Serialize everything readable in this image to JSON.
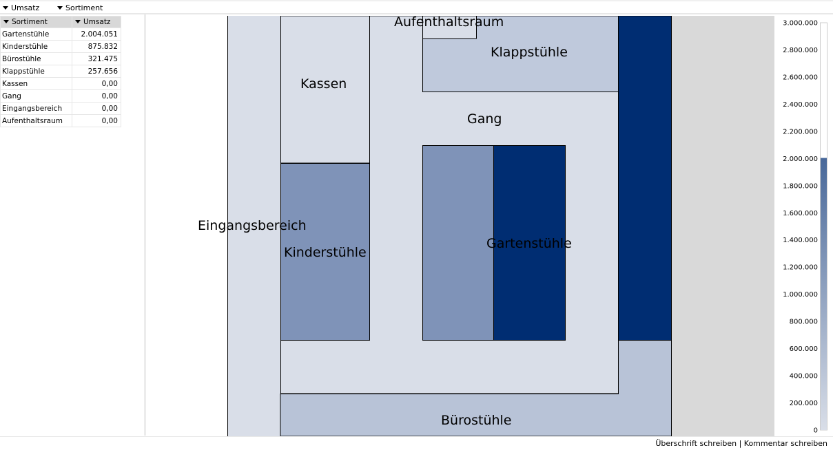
{
  "toolbar": {
    "measure_label": "Umsatz",
    "dimension_label": "Sortiment"
  },
  "pivot": {
    "headers": [
      "Sortiment",
      "Umsatz"
    ],
    "rows": [
      {
        "name": "Gartenstühle",
        "value": "2.004.051"
      },
      {
        "name": "Kinderstühle",
        "value": "875.832"
      },
      {
        "name": "Bürostühle",
        "value": "321.475"
      },
      {
        "name": "Klappstühle",
        "value": "257.656"
      },
      {
        "name": "Kassen",
        "value": "0,00"
      },
      {
        "name": "Gang",
        "value": "0,00"
      },
      {
        "name": "Eingangsbereich",
        "value": "0,00"
      },
      {
        "name": "Aufenthaltsraum",
        "value": "0,00"
      }
    ]
  },
  "floorplan": {
    "labels": {
      "aufenthaltsraum": "Aufenthaltsraum",
      "klappstuehle": "Klappstühle",
      "kassen": "Kassen",
      "gang": "Gang",
      "eingangsbereich": "Eingangsbereich",
      "kinderstuehle": "Kinderstühle",
      "gartenstuehle": "Gartenstühle",
      "buerostuehle": "Bürostühle"
    },
    "colors": {
      "light": "#d9dee8",
      "medium_light": "#bfc9dc",
      "bueros": "#b8c3d7",
      "medium": "#7f93b8",
      "dark": "#002d72",
      "gray": "#d9d9d9"
    }
  },
  "legend": {
    "ticks": [
      "3.000.000",
      "2.800.000",
      "2.600.000",
      "2.400.000",
      "2.200.000",
      "2.000.000",
      "1.800.000",
      "1.600.000",
      "1.400.000",
      "1.200.000",
      "1.000.000",
      "800.000",
      "600.000",
      "400.000",
      "200.000",
      "0"
    ],
    "max": 3000000,
    "current_value": 2004051,
    "color_low": "#d9dee8",
    "color_high": "#002d72"
  },
  "footer": {
    "write_heading": "Überschrift schreiben",
    "separator": "|",
    "write_comment": "Kommentar schreiben"
  }
}
